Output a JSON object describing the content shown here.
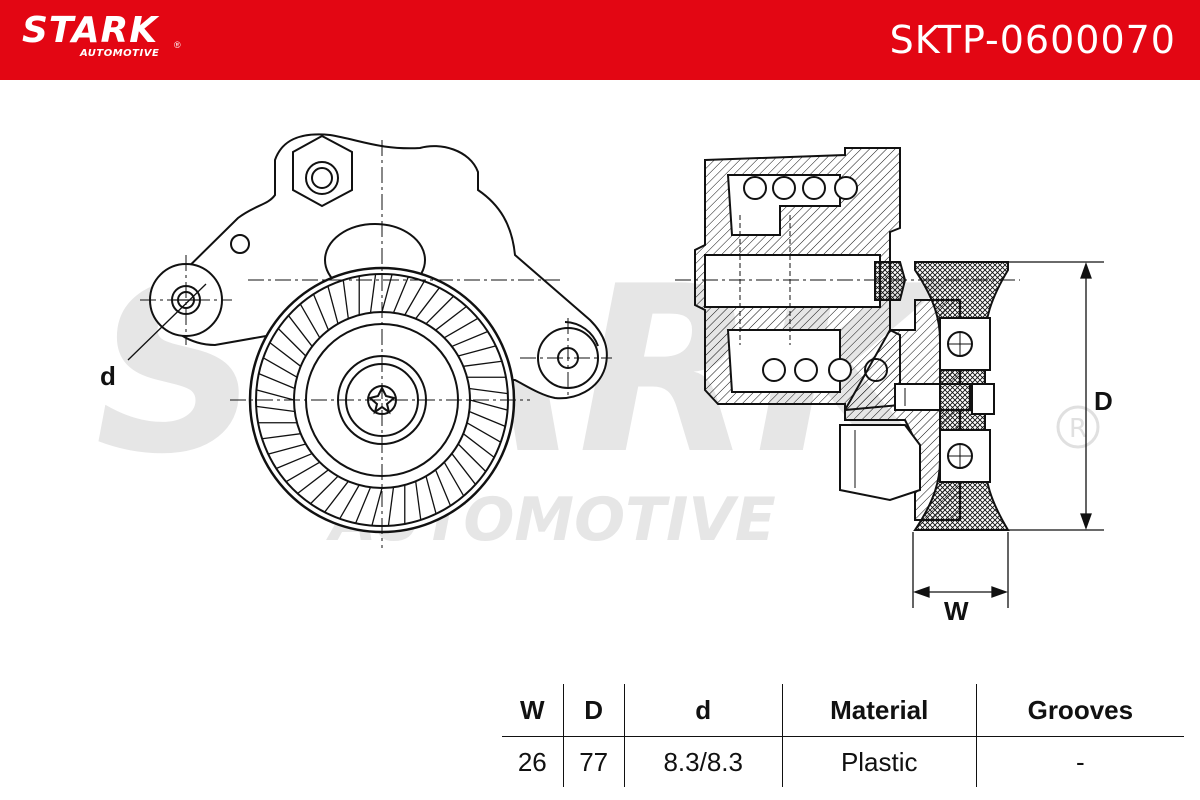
{
  "header": {
    "brand_name": "STARK",
    "brand_sub": "AUTOMOTIVE",
    "registered": "®",
    "part_number": "SKTP-0600070",
    "accent_color": "#e30613"
  },
  "watermark": {
    "brand_name": "STARK",
    "brand_sub": "AUTOMOTIVE",
    "registered": "®"
  },
  "diagram": {
    "label_d_small": "d",
    "label_D": "D",
    "label_W": "W"
  },
  "specs": {
    "headers": [
      "W",
      "D",
      "d",
      "Material",
      "Grooves"
    ],
    "values": [
      "26",
      "77",
      "8.3/8.3",
      "Plastic",
      "-"
    ]
  }
}
